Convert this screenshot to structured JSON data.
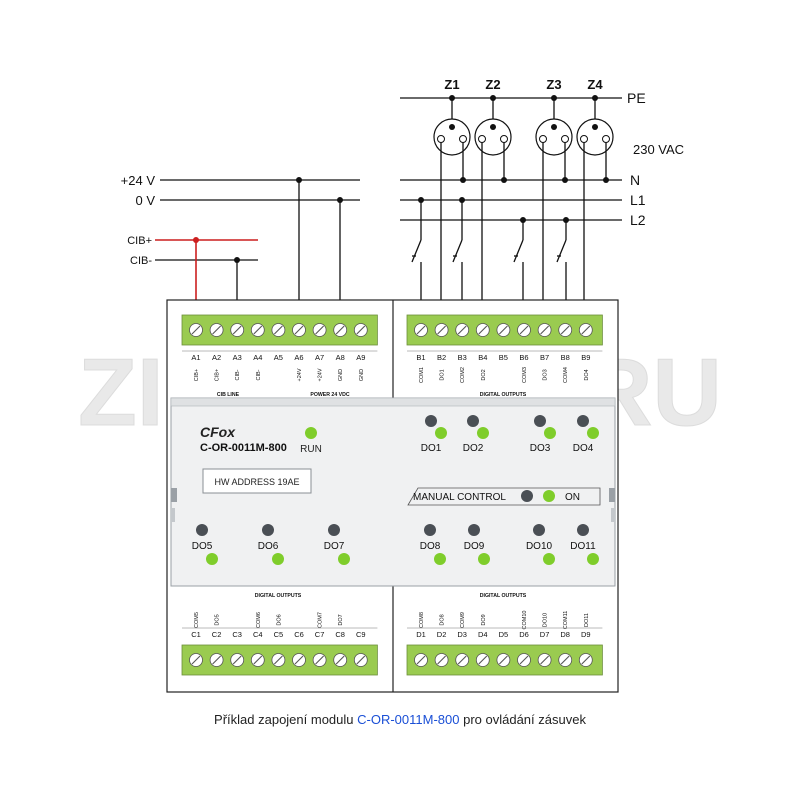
{
  "pe_bus": {
    "sockets": [
      "Z1",
      "Z2",
      "Z3",
      "Z4"
    ],
    "pe_label": "PE",
    "voltage_label": "230 VAC"
  },
  "supply": {
    "plus24_label": "+24 V",
    "zero_label": "0 V",
    "n_label": "N",
    "l1_label": "L1",
    "l2_label": "L2",
    "cib_plus_label": "CIB+",
    "cib_minus_label": "CIB-"
  },
  "module": {
    "brand": "CFox",
    "model": "C-OR-0011M-800",
    "run_label": "RUN",
    "hw_address": "HW ADDRESS 19AE",
    "manual_control_label": "MANUAL CONTROL",
    "on_label": "ON",
    "watermark": "ZIPSTORE.RU",
    "top_left_terminals": [
      "A1",
      "A2",
      "A3",
      "A4",
      "A5",
      "A6",
      "A7",
      "A8",
      "A9"
    ],
    "top_left_signals": [
      "CIB+",
      "CIB+",
      "CIB-",
      "CIB-",
      "",
      "+24V",
      "+24V",
      "GND",
      "GND"
    ],
    "top_left_group1": "CIB LINE",
    "top_left_group2": "POWER 24 VDC",
    "top_right_terminals": [
      "B1",
      "B2",
      "B3",
      "B4",
      "B5",
      "B6",
      "B7",
      "B8",
      "B9"
    ],
    "top_right_signals": [
      "COM1",
      "DO1",
      "COM2",
      "DO2",
      "",
      "COM3",
      "DO3",
      "COM4",
      "DO4"
    ],
    "top_right_group": "DIGITAL OUTPUTS",
    "upper_outputs": [
      "DO1",
      "DO2",
      "DO3",
      "DO4"
    ],
    "lower_left_outputs": [
      "DO5",
      "DO6",
      "DO7"
    ],
    "lower_right_outputs": [
      "DO8",
      "DO9",
      "DO10",
      "DO11"
    ],
    "bottom_left_terminals": [
      "C1",
      "C2",
      "C3",
      "C4",
      "C5",
      "C6",
      "C7",
      "C8",
      "C9"
    ],
    "bottom_left_signals": [
      "COM5",
      "DO5",
      "",
      "COM6",
      "DO6",
      "",
      "COM7",
      "DO7",
      ""
    ],
    "bottom_left_group": "DIGITAL OUTPUTS",
    "bottom_right_terminals": [
      "D1",
      "D2",
      "D3",
      "D4",
      "D5",
      "D6",
      "D7",
      "D8",
      "D9"
    ],
    "bottom_right_signals": [
      "COM8",
      "DO8",
      "COM9",
      "DO9",
      "",
      "COM10",
      "DO10",
      "COM11",
      "DO11"
    ],
    "bottom_right_group": "DIGITAL OUTPUTS"
  },
  "colors": {
    "led_green": "#7fcd2b",
    "led_grey": "#4a4f55",
    "terminal_green": "#9acb50",
    "cib_red": "#cc1f1f",
    "model_link": "#1a4fd6"
  },
  "caption": {
    "prefix": "Příklad zapojení modulu ",
    "model": "C-OR-0011M-800",
    "suffix": " pro ovládání zásuvek"
  }
}
